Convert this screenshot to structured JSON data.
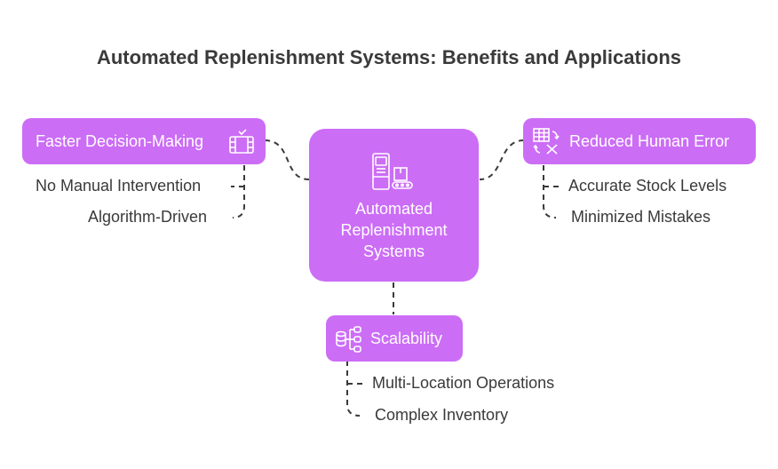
{
  "title": "Automated Replenishment Systems: Benefits and Applications",
  "center": {
    "label_line1": "Automated",
    "label_line2": "Replenishment",
    "label_line3": "Systems",
    "icon": "vending-machine-icon"
  },
  "branches": {
    "faster": {
      "label": "Faster Decision-Making",
      "icon": "film-clapper-icon",
      "items": [
        "No Manual Intervention",
        "Algorithm-Driven"
      ]
    },
    "reduced": {
      "label": "Reduced Human Error",
      "icon": "spreadsheet-x-icon",
      "items": [
        "Accurate Stock Levels",
        "Minimized Mistakes"
      ]
    },
    "scalability": {
      "label": "Scalability",
      "icon": "database-network-icon",
      "items": [
        "Multi-Location Operations",
        "Complex Inventory"
      ]
    }
  },
  "colors": {
    "node_fill": "#cc6df6",
    "node_text": "#ffffff",
    "text": "#3a3a3a",
    "connector": "#3a3a3a"
  }
}
